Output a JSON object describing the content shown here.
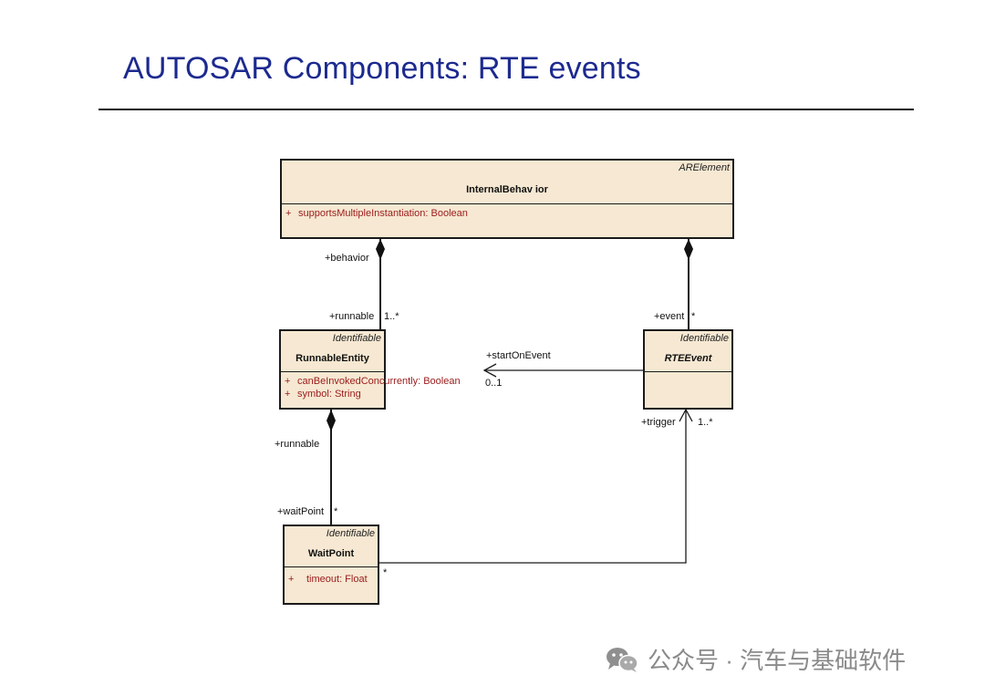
{
  "slide": {
    "title": "AUTOSAR Components: RTE events"
  },
  "classes": {
    "internal_behavior": {
      "stereotype": "ARElement",
      "name": "InternalBehav ior",
      "attributes": [
        {
          "visibility": "+",
          "text": "supportsMultipleInstantiation:  Boolean"
        }
      ]
    },
    "runnable_entity": {
      "stereotype": "Identifiable",
      "name": "RunnableEntity",
      "attributes": [
        {
          "visibility": "+",
          "text": "canBeInvokedConcurrently:  Boolean"
        },
        {
          "visibility": "+",
          "text": "symbol:  String"
        }
      ]
    },
    "rte_event": {
      "stereotype": "Identifiable",
      "name": "RTEEvent",
      "attributes": []
    },
    "wait_point": {
      "stereotype": "Identifiable",
      "name": "WaitPoint",
      "attributes": [
        {
          "visibility": "+",
          "text": "timeout:  Float"
        }
      ]
    }
  },
  "associations": {
    "behavior_runnable": {
      "source_role": "+behavior",
      "target_role": "+runnable",
      "target_multiplicity": "1..*"
    },
    "behavior_event": {
      "target_role": "+event",
      "target_multiplicity": "*"
    },
    "event_start": {
      "role": "+startOnEvent",
      "multiplicity": "0..1"
    },
    "runnable_waitpoint": {
      "source_role": "+runnable",
      "target_role": "+waitPoint",
      "target_multiplicity": "*"
    },
    "waitpoint_trigger": {
      "role": "+trigger",
      "multiplicity": "1..*",
      "source_multiplicity": "*"
    }
  },
  "colors": {
    "title": "#1c2a8f",
    "class_fill": "#f6e8d2",
    "attribute_text": "#9b1b1b",
    "line": "#1a1a1a",
    "watermark": "#8a8a8a"
  },
  "watermark": {
    "text": "公众号 · 汽车与基础软件",
    "icon": "wechat-logo-icon"
  }
}
